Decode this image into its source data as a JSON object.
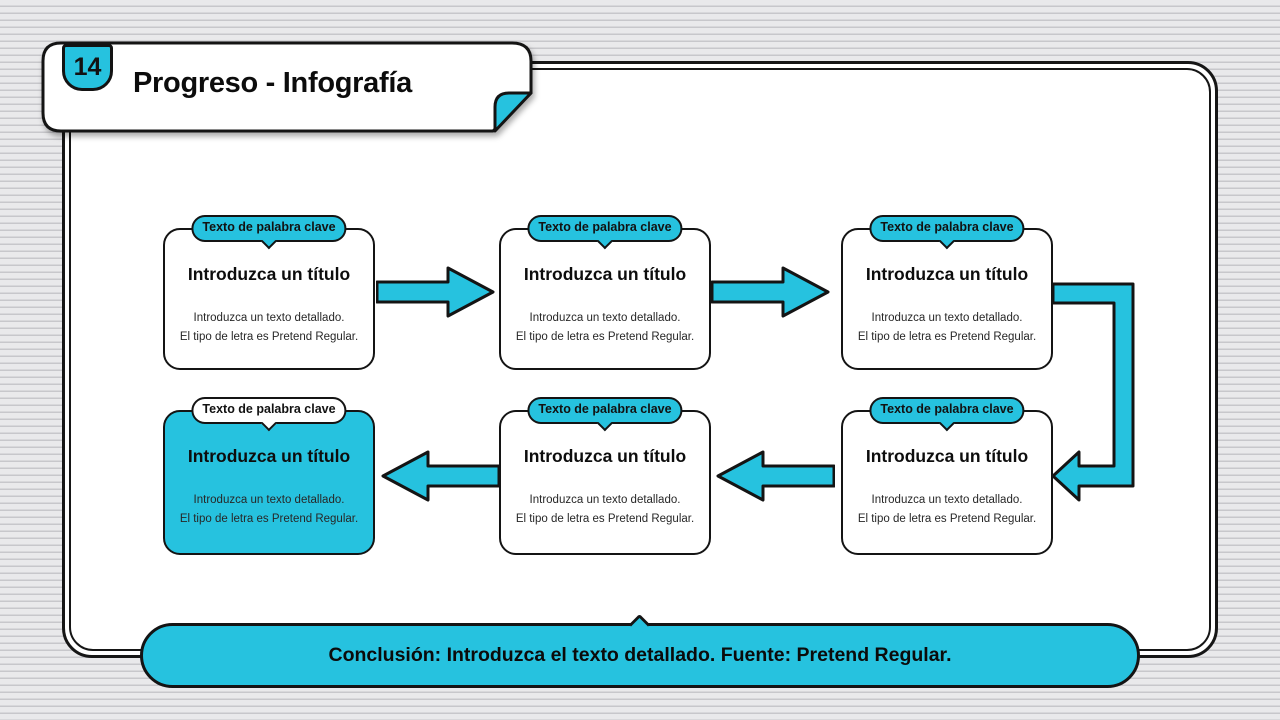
{
  "slide": {
    "number": "14",
    "title": "Progreso - Infografía"
  },
  "colors": {
    "accent": "#26c2df",
    "border": "#141414",
    "background_stripe_light": "#e9e9eb",
    "background_stripe_dark": "#c7c7cb"
  },
  "icons": {
    "arrow_right": "→ filled block arrow",
    "arrow_left": "← filled block arrow",
    "arrow_elbow_down_left": "⮠ elbow connector right-down-left",
    "page_fold": "folded corner triangle",
    "pointer_notch": "small speech-bubble tail"
  },
  "boxes": [
    {
      "keyword": "Texto de palabra clave",
      "title": "Introduzca un título",
      "body_line1": "Introduzca un texto detallado.",
      "body_line2": "El tipo de letra es Pretend Regular.",
      "highlighted": false
    },
    {
      "keyword": "Texto de palabra clave",
      "title": "Introduzca un título",
      "body_line1": "Introduzca un texto detallado.",
      "body_line2": "El tipo de letra es Pretend Regular.",
      "highlighted": false
    },
    {
      "keyword": "Texto de palabra clave",
      "title": "Introduzca un título",
      "body_line1": "Introduzca un texto detallado.",
      "body_line2": "El tipo de letra es Pretend Regular.",
      "highlighted": false
    },
    {
      "keyword": "Texto de palabra clave",
      "title": "Introduzca un título",
      "body_line1": "Introduzca un texto detallado.",
      "body_line2": "El tipo de letra es Pretend Regular.",
      "highlighted": true
    },
    {
      "keyword": "Texto de palabra clave",
      "title": "Introduzca un título",
      "body_line1": "Introduzca un texto detallado.",
      "body_line2": "El tipo de letra es Pretend Regular.",
      "highlighted": false
    },
    {
      "keyword": "Texto de palabra clave",
      "title": "Introduzca un título",
      "body_line1": "Introduzca un texto detallado.",
      "body_line2": "El tipo de letra es Pretend Regular.",
      "highlighted": false
    }
  ],
  "conclusion": {
    "text": "Conclusión: Introduzca el texto detallado. Fuente: Pretend Regular."
  }
}
